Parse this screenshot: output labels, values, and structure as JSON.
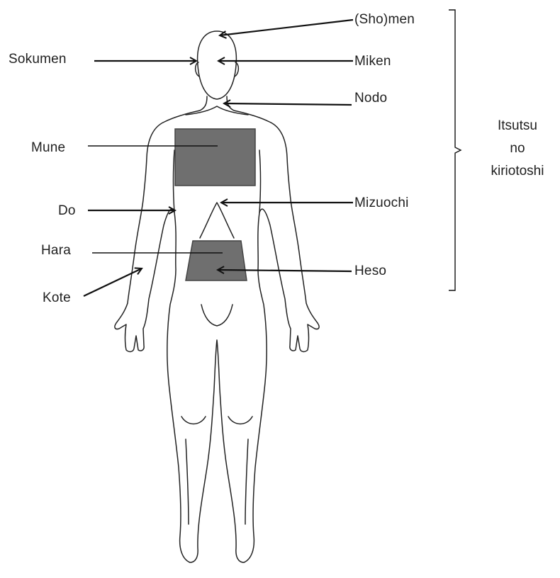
{
  "labels": {
    "shomen": "(Sho)men",
    "sokumen": "Sokumen",
    "miken": "Miken",
    "nodo": "Nodo",
    "mune": "Mune",
    "do": "Do",
    "mizuochi": "Mizuochi",
    "hara": "Hara",
    "heso": "Heso",
    "kote": "Kote"
  },
  "group": {
    "line1": "Itsutsu",
    "line2": "no",
    "line3": "kiriotoshi"
  },
  "colors": {
    "line": "#111111",
    "target_fill": "#6f6f6f",
    "outline": "#222222"
  }
}
